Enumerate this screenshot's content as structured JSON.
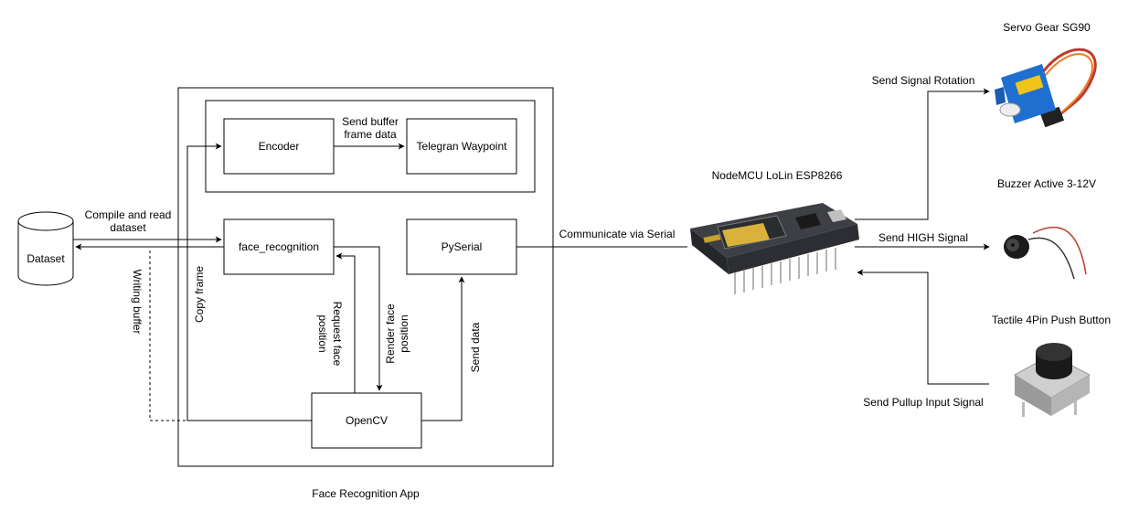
{
  "nodes": {
    "encoder": "Encoder",
    "telegram": "Telegran Waypoint",
    "face_recognition": "face_recognition",
    "pyserial": "PySerial",
    "opencv": "OpenCV",
    "dataset": "Dataset"
  },
  "container": {
    "title": "Face Recognition App"
  },
  "edges": {
    "send_buffer_line1": "Send buffer",
    "send_buffer_line2": "frame data",
    "compile_line1": "Compile and read",
    "compile_line2": "dataset",
    "writing_buffer": "Writing buffer",
    "copy_frame": "Copy frame",
    "request_line1": "Request face",
    "request_line2": "position",
    "render_line1": "Render face",
    "render_line2": "position",
    "send_data": "Send data",
    "communicate": "Communicate via Serial",
    "signal_rotation": "Send Signal Rotation",
    "high_signal": "Send HIGH Signal",
    "pullup_signal": "Send Pullup Input Signal"
  },
  "hardware": {
    "nodemcu": "NodeMCU LoLin ESP8266",
    "servo": "Servo Gear SG90",
    "buzzer": "Buzzer Active 3-12V",
    "button": "Tactile 4Pin Push Button"
  }
}
